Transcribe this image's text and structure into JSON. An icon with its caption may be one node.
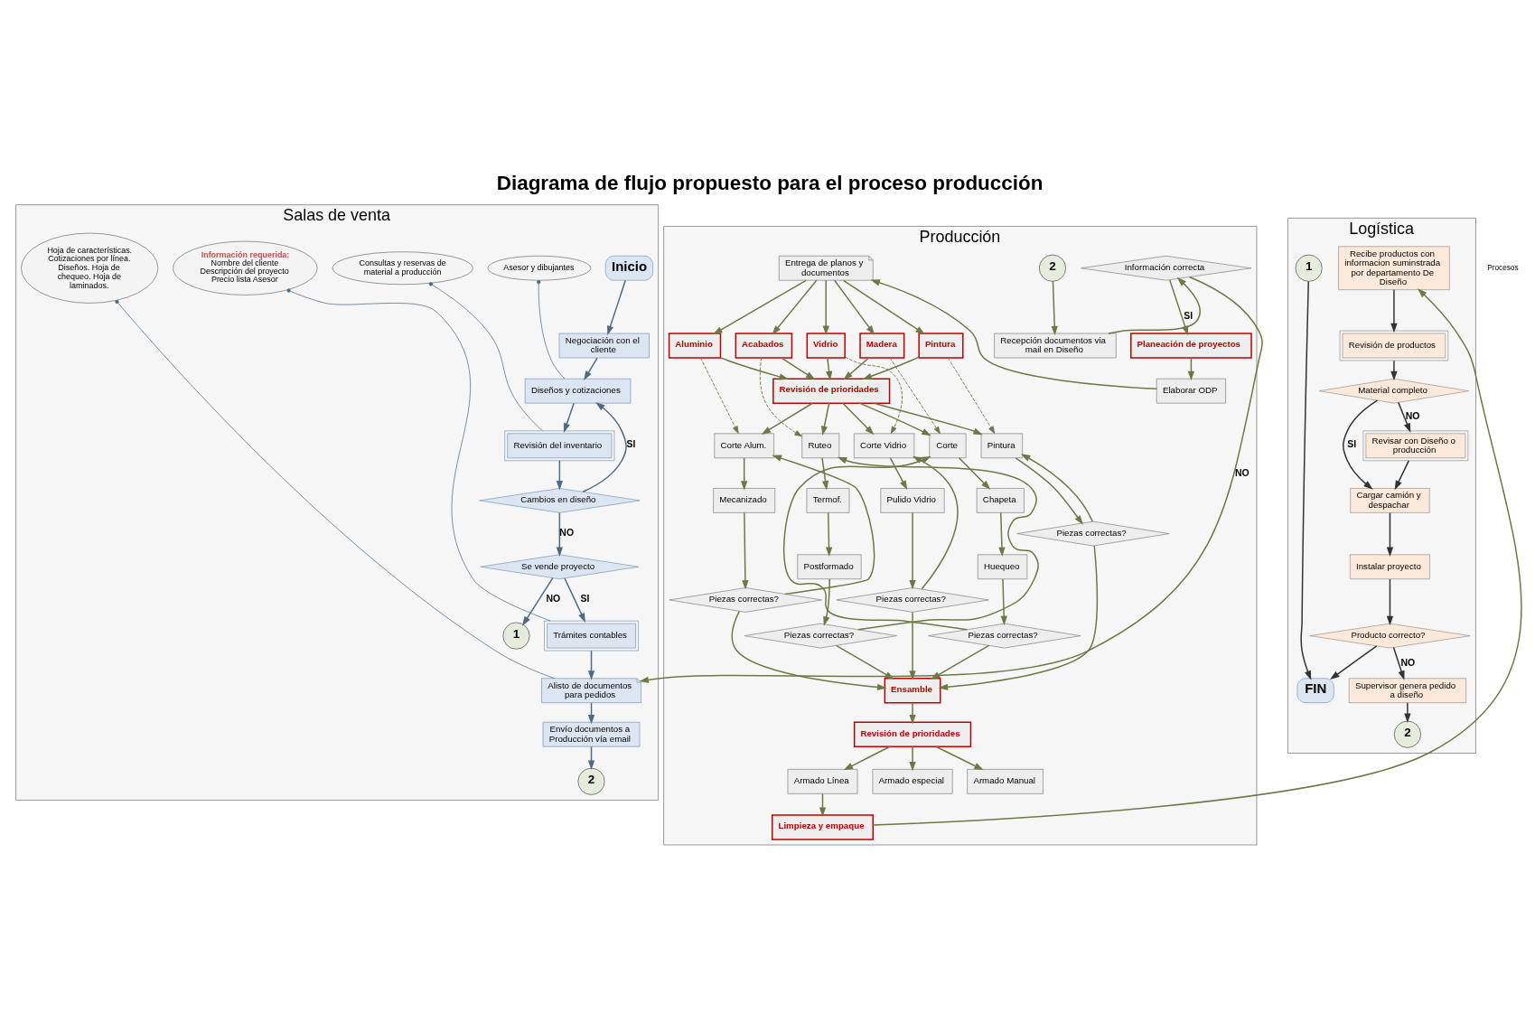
{
  "diagram": {
    "title": "Diagrama de flujo propuesto para el proceso producción",
    "nodes": [
      {
        "text": [
          "Salas de venta"
        ]
      },
      {
        "text": [
          "Producción"
        ]
      },
      {
        "text": [
          "Logística"
        ]
      },
      {
        "text": [
          "Inicio"
        ],
        "in": 0
      },
      {
        "text": [
          "Negociación con el cliente"
        ],
        "in": 0
      },
      {
        "text": [
          "Diseños y cotizaciones"
        ],
        "in": 0
      },
      {
        "text": [
          "Asesor y dibujantes"
        ],
        "in": 0
      },
      {
        "text": [
          "Revisión del inventario"
        ],
        "in": 0
      },
      {
        "text": [
          "Consultas y reservas de material a producción"
        ],
        "in": 0
      },
      {
        "text": [
          "Cambios en diseño"
        ],
        "in": 0
      },
      {
        "text": [
          "Se vende proyecto"
        ],
        "in": 0
      },
      {
        "text": [
          "1"
        ],
        "in": 0
      },
      {
        "text": [
          "Trámites contables"
        ],
        "in": 0
      },
      {
        "text": [
          "Información requerida:",
          "Nombre del cliente Descripción del proyecto Precio lista Asesor"
        ],
        "in": 0
      },
      {
        "text": [
          "Alisto de documentos para pedidos"
        ],
        "in": 0
      },
      {
        "text": [
          "Hoja de características. Cotizaciones por línea. Diseños. Hoja de chequeo. Hoja de laminados."
        ],
        "in": 0
      },
      {
        "text": [
          "Envío documentos a Producción vía email"
        ],
        "in": 0
      },
      {
        "text": [
          "2"
        ],
        "in": 0
      },
      {
        "text": [
          "Información correcta"
        ],
        "in": 1
      },
      {
        "text": [
          "Planeación de proyectos"
        ],
        "in": 1
      },
      {
        "text": [
          "2"
        ],
        "in": 1
      },
      {
        "text": [
          "Recepción documentos via mail en Diseño"
        ],
        "in": 1
      },
      {
        "text": [
          "Entrega de planos y documentos"
        ],
        "in": 1
      },
      {
        "text": [
          "Elaborar ODP"
        ],
        "in": 1
      },
      {
        "text": [
          "Madera"
        ],
        "in": 1
      },
      {
        "text": [
          "Aluminio"
        ],
        "in": 1
      },
      {
        "text": [
          "Vidrio"
        ],
        "in": 1
      },
      {
        "text": [
          "Acabados"
        ],
        "in": 1
      },
      {
        "text": [
          "Pintura"
        ],
        "in": 1
      },
      {
        "text": [
          "Revisión de prioridades"
        ],
        "in": 1
      },
      {
        "text": [
          "Corte"
        ],
        "in": 1
      },
      {
        "text": [
          "Corte Alum."
        ],
        "in": 1
      },
      {
        "text": [
          "Corte Vidrio"
        ],
        "in": 1
      },
      {
        "text": [
          "Ruteo"
        ],
        "in": 1
      },
      {
        "text": [
          "Pintura"
        ],
        "in": 1
      },
      {
        "text": [
          "Chapeta"
        ],
        "in": 1
      },
      {
        "text": [
          "Mecanizado"
        ],
        "in": 1
      },
      {
        "text": [
          "Pulido Vidrio"
        ],
        "in": 1
      },
      {
        "text": [
          "Termof."
        ],
        "in": 1
      },
      {
        "text": [
          "Huequeo"
        ],
        "in": 1
      },
      {
        "text": [
          "Postformado"
        ],
        "in": 1
      },
      {
        "text": [
          "Piezas correctas?"
        ],
        "in": 1
      },
      {
        "text": [
          "Piezas correctas?"
        ],
        "in": 1
      },
      {
        "text": [
          "Piezas correctas?"
        ],
        "in": 1
      },
      {
        "text": [
          "Piezas correctas?"
        ],
        "in": 1
      },
      {
        "text": [
          "Piezas correctas?"
        ],
        "in": 1
      },
      {
        "text": [
          "Ensamble"
        ],
        "in": 1
      },
      {
        "text": [
          "Revisión de prioridades"
        ],
        "in": 1
      },
      {
        "text": [
          "Armado Manual"
        ],
        "in": 1
      },
      {
        "text": [
          "Armado Línea"
        ],
        "in": 1
      },
      {
        "text": [
          "Armado especial"
        ],
        "in": 1
      },
      {
        "text": [
          "Limpieza y empaque"
        ],
        "in": 1
      },
      {
        "text": [
          "Recibe productos con informacion suminstrada por departamento De Diseño"
        ],
        "in": 2
      },
      {
        "text": [
          "Revisión de productos"
        ],
        "in": 2
      },
      {
        "text": [
          "Material completo"
        ],
        "in": 2
      },
      {
        "text": [
          "Revisar con Diseño o producción"
        ],
        "in": 2
      },
      {
        "text": [
          "Cargar camión y despachar"
        ],
        "in": 2
      },
      {
        "text": [
          "Instalar proyecto"
        ],
        "in": 2
      },
      {
        "text": [
          "Producto correcto?"
        ],
        "in": 2
      },
      {
        "text": [
          "Supervisor genera pedido a diseño"
        ],
        "in": 2
      },
      {
        "text": [
          "2"
        ],
        "in": 2
      },
      {
        "text": [
          "FIN"
        ],
        "in": 2
      },
      {
        "text": [
          "1"
        ],
        "in": 2
      }
    ],
    "edges": [
      {
        "from": 3,
        "to": 4,
        "arrow": "to",
        "color": "#4f6b84"
      },
      {
        "from": 4,
        "to": 5,
        "arrow": "to",
        "color": "#4f6b84"
      },
      {
        "from": 6,
        "to": 5,
        "arrow": "other",
        "color": "#4f6b84"
      },
      {
        "from": 5,
        "to": 7,
        "arrow": "to",
        "color": "#4f6b84"
      },
      {
        "from": 8,
        "to": 7,
        "arrow": "other",
        "color": "#4f6b84"
      },
      {
        "from": 7,
        "to": 9,
        "arrow": "to",
        "color": "#4f6b84"
      },
      {
        "from": 9,
        "to": 5,
        "label": "SI",
        "arrow": "to",
        "color": "#4f6b84"
      },
      {
        "from": 9,
        "to": 10,
        "label": "NO",
        "arrow": "to",
        "color": "#4f6b84"
      },
      {
        "from": 10,
        "to": 11,
        "label": "NO",
        "arrow": "to",
        "color": "#4f6b84"
      },
      {
        "from": 10,
        "to": 12,
        "label": "SI",
        "arrow": "to",
        "color": "#4f6b84"
      },
      {
        "from": 13,
        "to": 12,
        "arrow": "other",
        "color": "#4f6b84"
      },
      {
        "from": 12,
        "to": 14,
        "arrow": "to",
        "color": "#4f6b84"
      },
      {
        "from": 15,
        "to": 14,
        "arrow": "other",
        "color": "#4f6b84"
      },
      {
        "from": 14,
        "to": 16,
        "arrow": "to",
        "color": "#4f6b84"
      },
      {
        "from": 16,
        "to": 17,
        "arrow": "to",
        "color": "#4f6b84"
      },
      {
        "from": 20,
        "to": 21,
        "arrow": "to"
      },
      {
        "from": 21,
        "to": 18,
        "arrow": "to"
      },
      {
        "from": 18,
        "to": 19,
        "label": "SI",
        "arrow": "to"
      },
      {
        "from": 18,
        "to": 14,
        "label": "NO",
        "arrow": "to"
      },
      {
        "from": 19,
        "to": 23,
        "arrow": "to"
      },
      {
        "from": 23,
        "to": 22,
        "arrow": "to"
      },
      {
        "from": 22,
        "to": 24,
        "arrow": "to"
      },
      {
        "from": 22,
        "to": 25,
        "arrow": "to"
      },
      {
        "from": 22,
        "to": 26,
        "arrow": "to"
      },
      {
        "from": 22,
        "to": 27,
        "arrow": "to"
      },
      {
        "from": 22,
        "to": 28,
        "arrow": "to"
      },
      {
        "from": 24,
        "to": 29,
        "arrow": "to"
      },
      {
        "from": 25,
        "to": 29,
        "arrow": "to"
      },
      {
        "from": 26,
        "to": 29,
        "arrow": "to"
      },
      {
        "from": 27,
        "to": 29,
        "arrow": "to"
      },
      {
        "from": 28,
        "to": 29,
        "arrow": "to"
      },
      {
        "from": 24,
        "to": 30,
        "arrow": "to",
        "style": "dashed"
      },
      {
        "from": 25,
        "to": 31,
        "arrow": "to",
        "style": "dashed"
      },
      {
        "from": 26,
        "to": 32,
        "arrow": "to",
        "style": "dashed"
      },
      {
        "from": 27,
        "to": 33,
        "arrow": "to",
        "style": "dashed"
      },
      {
        "from": 28,
        "to": 34,
        "arrow": "to",
        "style": "dashed"
      },
      {
        "from": 29,
        "to": 30,
        "arrow": "to"
      },
      {
        "from": 29,
        "to": 31,
        "arrow": "to"
      },
      {
        "from": 29,
        "to": 32,
        "arrow": "to"
      },
      {
        "from": 29,
        "to": 33,
        "arrow": "to"
      },
      {
        "from": 29,
        "to": 34,
        "arrow": "to"
      },
      {
        "from": 30,
        "to": 35,
        "arrow": "to"
      },
      {
        "from": 35,
        "to": 39,
        "arrow": "to"
      },
      {
        "from": 39,
        "to": 41,
        "arrow": "to"
      },
      {
        "from": 41,
        "to": 30,
        "arrow": "to"
      },
      {
        "from": 31,
        "to": 36,
        "arrow": "to"
      },
      {
        "from": 36,
        "to": 42,
        "arrow": "to"
      },
      {
        "from": 42,
        "to": 31,
        "arrow": "to"
      },
      {
        "from": 32,
        "to": 37,
        "arrow": "to"
      },
      {
        "from": 37,
        "to": 43,
        "arrow": "to"
      },
      {
        "from": 43,
        "to": 32,
        "arrow": "to"
      },
      {
        "from": 33,
        "to": 38,
        "arrow": "to"
      },
      {
        "from": 38,
        "to": 40,
        "arrow": "to"
      },
      {
        "from": 40,
        "to": 44,
        "arrow": "to"
      },
      {
        "from": 44,
        "to": 33,
        "arrow": "to"
      },
      {
        "from": 34,
        "to": 45,
        "arrow": "to"
      },
      {
        "from": 45,
        "to": 34,
        "arrow": "to"
      },
      {
        "from": 41,
        "to": 46,
        "arrow": "to"
      },
      {
        "from": 42,
        "to": 46,
        "arrow": "to"
      },
      {
        "from": 43,
        "to": 46,
        "arrow": "to"
      },
      {
        "from": 44,
        "to": 46,
        "arrow": "to"
      },
      {
        "from": 45,
        "to": 46,
        "arrow": "to"
      },
      {
        "from": 46,
        "to": 47,
        "arrow": "to"
      },
      {
        "from": 47,
        "to": 48,
        "arrow": "to"
      },
      {
        "from": 47,
        "to": 49,
        "arrow": "to"
      },
      {
        "from": 47,
        "to": 50,
        "arrow": "to"
      },
      {
        "from": 49,
        "to": 51,
        "arrow": "to"
      },
      {
        "from": 51,
        "to": 52,
        "arrow": "to"
      },
      {
        "from": 52,
        "to": 53,
        "arrow": "to",
        "color": "#333333"
      },
      {
        "from": 53,
        "to": 54,
        "arrow": "to",
        "color": "#333333"
      },
      {
        "from": 54,
        "to": 55,
        "label": "NO",
        "arrow": "to",
        "color": "#333333"
      },
      {
        "from": 54,
        "to": 56,
        "label": "SI",
        "arrow": "to",
        "color": "#333333"
      },
      {
        "from": 55,
        "to": 56,
        "arrow": "to",
        "color": "#333333"
      },
      {
        "from": 56,
        "to": 57,
        "arrow": "to",
        "color": "#333333"
      },
      {
        "from": 57,
        "to": 58,
        "arrow": "to",
        "color": "#333333"
      },
      {
        "from": 58,
        "to": 59,
        "label": "NO",
        "arrow": "to",
        "color": "#333333"
      },
      {
        "from": 58,
        "to": 61,
        "arrow": "to",
        "color": "#333333"
      },
      {
        "from": 59,
        "to": 60,
        "arrow": "to",
        "color": "#333333"
      },
      {
        "from": 62,
        "to": 61,
        "arrow": "to",
        "color": "#333333"
      }
    ],
    "labels": [
      "Procesos"
    ]
  }
}
